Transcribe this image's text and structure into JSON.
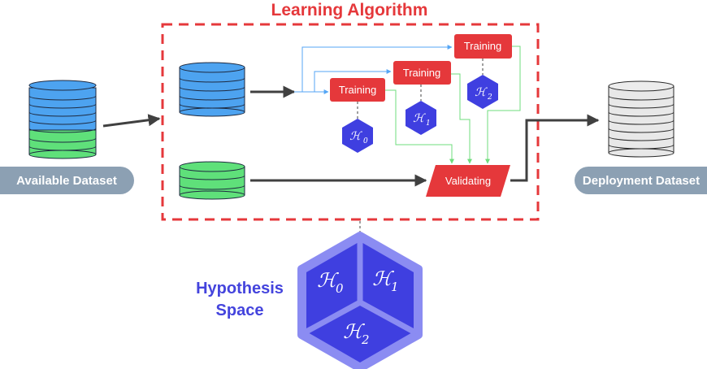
{
  "title": "Learning Algorithm",
  "datasets": {
    "available": "Available Dataset",
    "deployment": "Deployment Dataset"
  },
  "training_boxes": [
    "Training",
    "Training",
    "Training"
  ],
  "validating": "Validating",
  "hypotheses": [
    {
      "sym": "ℋ",
      "sub": "0"
    },
    {
      "sym": "ℋ",
      "sub": "1"
    },
    {
      "sym": "ℋ",
      "sub": "2"
    }
  ],
  "hypothesis_space": {
    "line1": "Hypothesis",
    "line2": "Space"
  },
  "colors": {
    "red": "#e5383b",
    "blue_db": "#4da3f0",
    "green_db": "#5fe07a",
    "gray_pill": "#8ca0b3",
    "hex": "#3f3fe0",
    "arrow_blue": "#55a6f5",
    "arrow_green": "#6fdc7d"
  }
}
